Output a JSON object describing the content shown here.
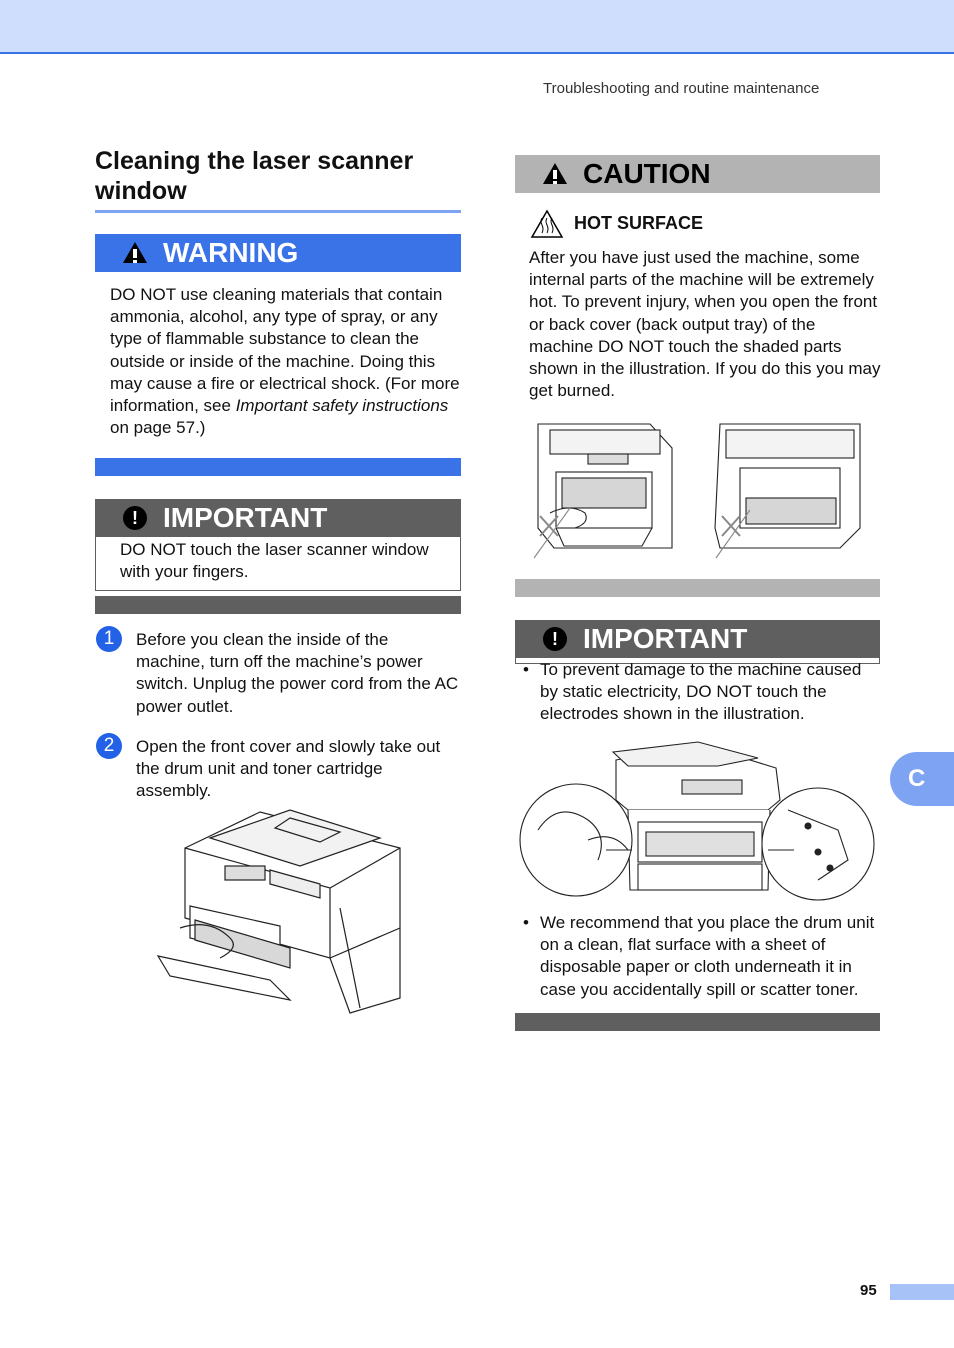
{
  "header": {
    "running_head": "Troubleshooting and routine maintenance"
  },
  "section": {
    "title": "Cleaning the laser scanner window"
  },
  "warning": {
    "label": "WARNING",
    "text_1": "DO NOT use cleaning materials that contain ammonia, alcohol, any type of spray, or any type of flammable substance to clean the outside or inside of the machine. Doing this may cause a fire or electrical shock. (For more information, see ",
    "text_italic": "Important safety instructions",
    "text_2": " on page 57.)"
  },
  "important_left": {
    "label": "IMPORTANT",
    "text": "DO NOT touch the laser scanner window with your fingers."
  },
  "steps": [
    {
      "marker": "1",
      "text": "Before you clean the inside of the machine, turn off the machine’s power switch. Unplug the power cord from the AC power outlet."
    },
    {
      "marker": "2",
      "text": "Open the front cover and slowly take out the drum unit and toner cartridge assembly."
    }
  ],
  "caution": {
    "label": "CAUTION",
    "hot_surface_label": "HOT SURFACE",
    "text": "After you have just used the machine, some internal parts of the machine will be extremely hot. To prevent injury, when you open the front or back cover (back output tray) of the machine DO NOT touch the shaded parts shown in the illustration. If you do this you may get burned."
  },
  "important_right": {
    "label": "IMPORTANT",
    "bullets": [
      "To prevent damage to the machine caused by static electricity, DO NOT touch the electrodes shown in the illustration.",
      "We recommend that you place the drum unit on a clean, flat surface with a sheet of disposable paper or cloth underneath it in case you accidentally spill or scatter toner."
    ],
    "bullet_glyph": "•"
  },
  "side_tab": {
    "letter": "C"
  },
  "footer": {
    "page_number": "95"
  },
  "colors": {
    "warning_blue": "#3a72e8",
    "important_gray": "#5f5f5f",
    "caution_gray": "#b3b3b3",
    "header_bar": "#cfdefc"
  },
  "icons": {
    "warning": "warning-triangle-icon",
    "important": "exclamation-circle-icon",
    "hot_surface": "hot-surface-icon"
  }
}
